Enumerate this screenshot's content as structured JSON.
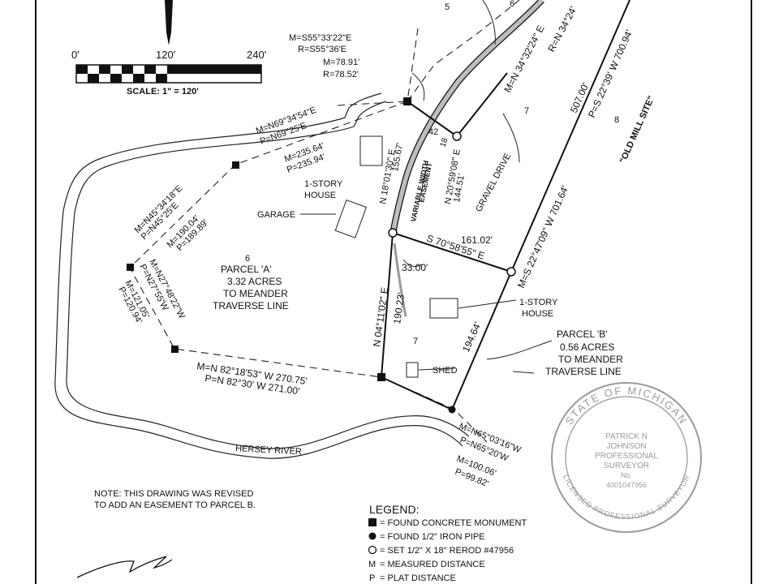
{
  "scale": {
    "ticks": [
      "0'",
      "120'",
      "240'"
    ],
    "label": "SCALE: 1\" = 120'"
  },
  "parcel_numbers": {
    "p5": "5",
    "p6_top": "6",
    "p7_top": "7",
    "p8": "8",
    "p6_mid": "6",
    "p7_mid": "7",
    "p42": "42",
    "p18": "18"
  },
  "labels": {
    "curve": {
      "m": "M=S55°33'22\"E",
      "r": "R=S55°36'E",
      "m2": "M=78.91'",
      "r2": "R=78.52'"
    },
    "north_line_1": "M=N69°34'54\"E",
    "north_line_2": "P=N69°25'E",
    "house_dist_m": "M=235.64'",
    "house_dist_p": "P=235.94'",
    "house1_a": "1-STORY",
    "house1_b": "HOUSE",
    "garage": "GARAGE",
    "nw_line_1": "M=N45°34'18\"E",
    "nw_line_2": "P=N45°25'E",
    "nw_line_3": "M=190.04'",
    "nw_line_4": "P=189.89'",
    "parcel_a_1": "PARCEL 'A'",
    "parcel_a_2": "3.32 ACRES",
    "parcel_a_3": "TO MEANDER",
    "parcel_a_4": "TRAVERSE LINE",
    "w_line_1": "M=N27°48'22\"W",
    "w_line_2": "P=N27°55'W",
    "w_line_3": "M=121.05'",
    "w_line_4": "P=120.94'",
    "s_line_1": "M=N  82°18'53\"  W   270.75'",
    "s_line_2": "P=N  82°30'  W   271.00'",
    "mid_bearing_1": "N 18°01'30\" E",
    "mid_bearing_2": "155.67'",
    "easement_1": "VARIABLE WIDTH",
    "easement_2": "EASEMENT",
    "easement_3": "N 20°59'08\" E",
    "easement_4": "144.51'",
    "gravel_drive": "GRAVEL DRIVE",
    "east_top_1": "M=N 34°32'24\" E",
    "east_top_2": "R=N 34°24'",
    "line_161_1": "161.02'",
    "line_161_2": "S  70°58'55\"  E",
    "dist_33": "33.00'",
    "dist_190": "190.23'",
    "bearing_n04": "N 04°11'02\" E",
    "house2_a": "1-STORY",
    "house2_b": "HOUSE",
    "shed": "SHED",
    "dist_194": "194.64'",
    "dist_507": "507.00'",
    "east_long_1": "M=S 22°47'09\"  W   701.64'",
    "east_long_2": "P=S  22°39'  W   700.94'",
    "old_mill": "\"OLD MILL SITE\"",
    "parcel_b_1": "PARCEL 'B'",
    "parcel_b_2": "0.56 ACRES",
    "parcel_b_3": "TO MEANDER",
    "parcel_b_4": "TRAVERSE LINE",
    "se_1": "M=N65°03'16\"W",
    "se_2": "P=N65°20'W",
    "se_3": "M=100.06'",
    "se_4": "P=99.82'",
    "river": "HERSEY RIVER"
  },
  "note": {
    "line1": "NOTE: THIS DRAWING WAS REVISED",
    "line2": "TO ADD AN EASEMENT TO PARCEL B."
  },
  "legend": {
    "title": "LEGEND:",
    "items": [
      {
        "symbol": "square-filled",
        "text": "= FOUND CONCRETE MONUMENT"
      },
      {
        "symbol": "circle-filled",
        "text": "= FOUND 1/2\" IRON PIPE"
      },
      {
        "symbol": "circle-open",
        "text": "= SET 1/2\" X 18\" REROD #47956"
      },
      {
        "symbol": "letter-m",
        "letter": "M",
        "text": "= MEASURED DISTANCE"
      },
      {
        "symbol": "letter-p",
        "letter": "P",
        "text": "= PLAT DISTANCE"
      }
    ]
  },
  "seal": {
    "ring_top": "STATE OF MICHIGAN",
    "ring_bottom": "LICENSED PROFESSIONAL SURVEYOR",
    "lines": [
      "PATRICK N",
      "JOHNSON",
      "PROFESSIONAL",
      "SURVEYOR",
      "No.",
      "4001047956"
    ]
  },
  "colors": {
    "ink": "#111111",
    "seal": "#9a9a9a",
    "paper": "#ffffff",
    "drive": "#bdbdbd"
  }
}
